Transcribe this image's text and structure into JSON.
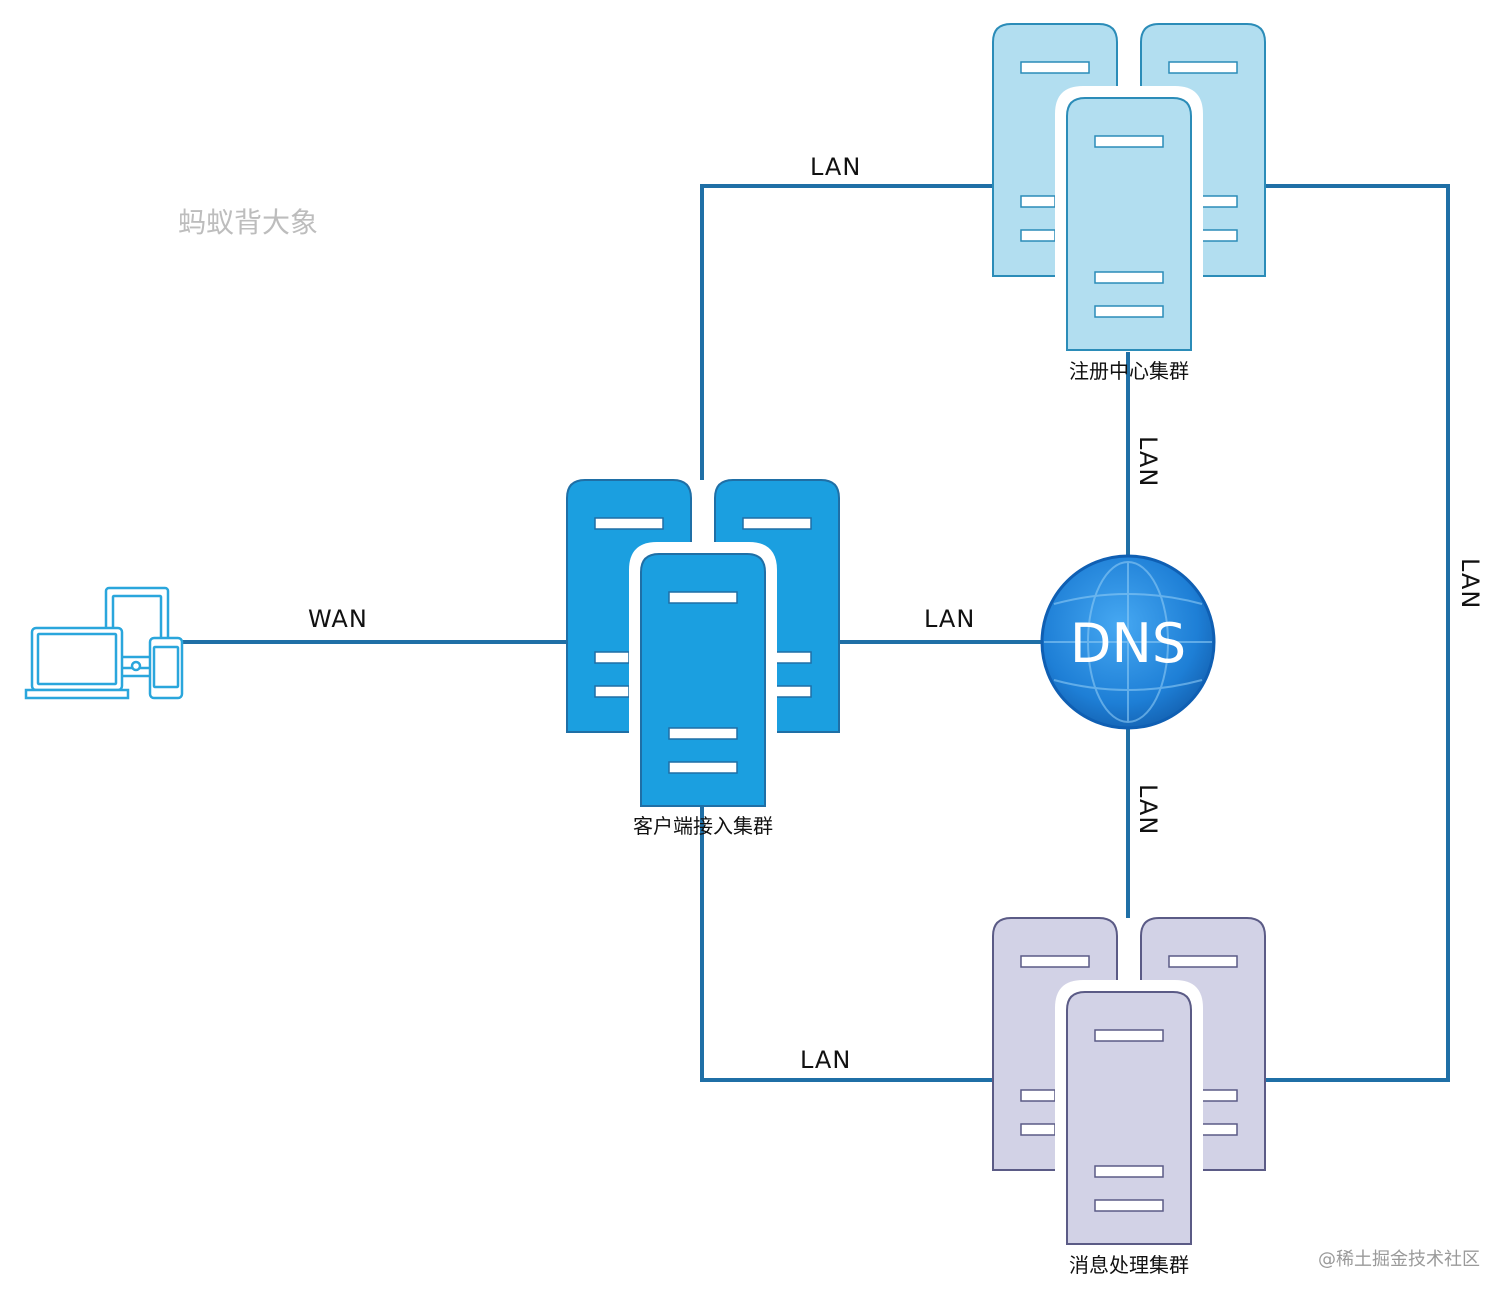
{
  "watermark": "蚂蚁背大象",
  "site_watermark": "@稀土掘金技术社区",
  "nodes": {
    "client_cluster": {
      "label": "客户端接入集群",
      "fill": "#1b9fe0",
      "stroke": "#1f6fa6"
    },
    "registry_cluster": {
      "label": "注册中心集群",
      "fill": "#b2def0",
      "stroke": "#2b8cb8"
    },
    "message_cluster": {
      "label": "消息处理集群",
      "fill": "#d2d2e6",
      "stroke": "#5b5b86"
    },
    "dns": {
      "label": "DNS",
      "fill": "#1e7fd6"
    },
    "devices": {
      "icon": "laptop-tablet-phone-icon",
      "stroke": "#2aa6dc"
    }
  },
  "edges": {
    "wan": "WAN",
    "lan_client_dns": "LAN",
    "lan_client_registry": "LAN",
    "lan_client_message": "LAN",
    "lan_registry_dns": "LAN",
    "lan_dns_message": "LAN",
    "lan_registry_message": "LAN"
  }
}
